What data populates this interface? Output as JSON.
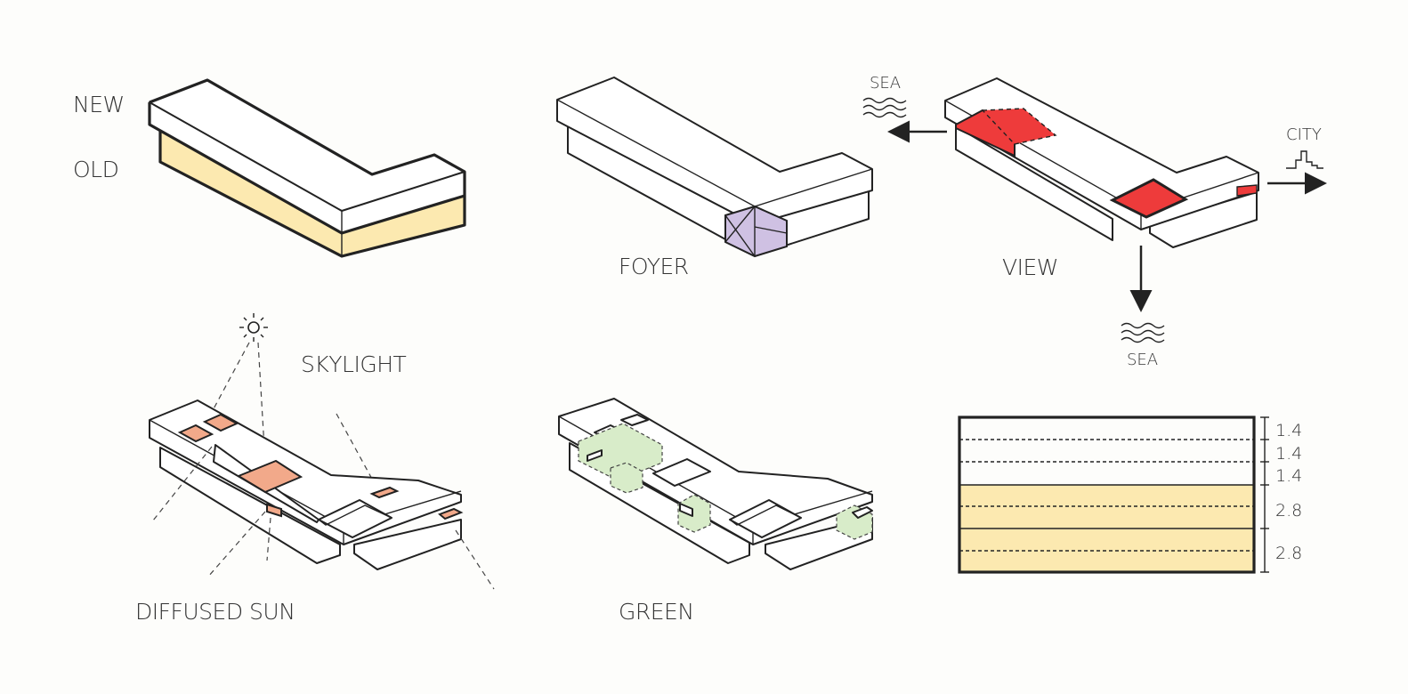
{
  "labels": {
    "new": "NEW",
    "old": "OLD",
    "foyer": "FOYER",
    "view": "VIEW",
    "sea_top": "SEA",
    "sea_bottom": "SEA",
    "city": "CITY",
    "skylight": "SKYLIGHT",
    "diffused_sun": "DIFFUSED SUN",
    "green": "GREEN"
  },
  "section_heights": [
    "1.4",
    "1.4",
    "1.4",
    "2.8",
    "2.8"
  ],
  "colors": {
    "old": "#fce9b0",
    "foyer": "#cfc1e3",
    "view": "#ee3b3b",
    "skylight": "#f2a98a",
    "green": "#d8ecc9",
    "ink": "#222222",
    "background": "#fdfdfb"
  },
  "icons": [
    "sun-icon",
    "wave-icon",
    "city-skyline-icon",
    "arrow-left-icon",
    "arrow-right-icon",
    "arrow-down-icon"
  ]
}
